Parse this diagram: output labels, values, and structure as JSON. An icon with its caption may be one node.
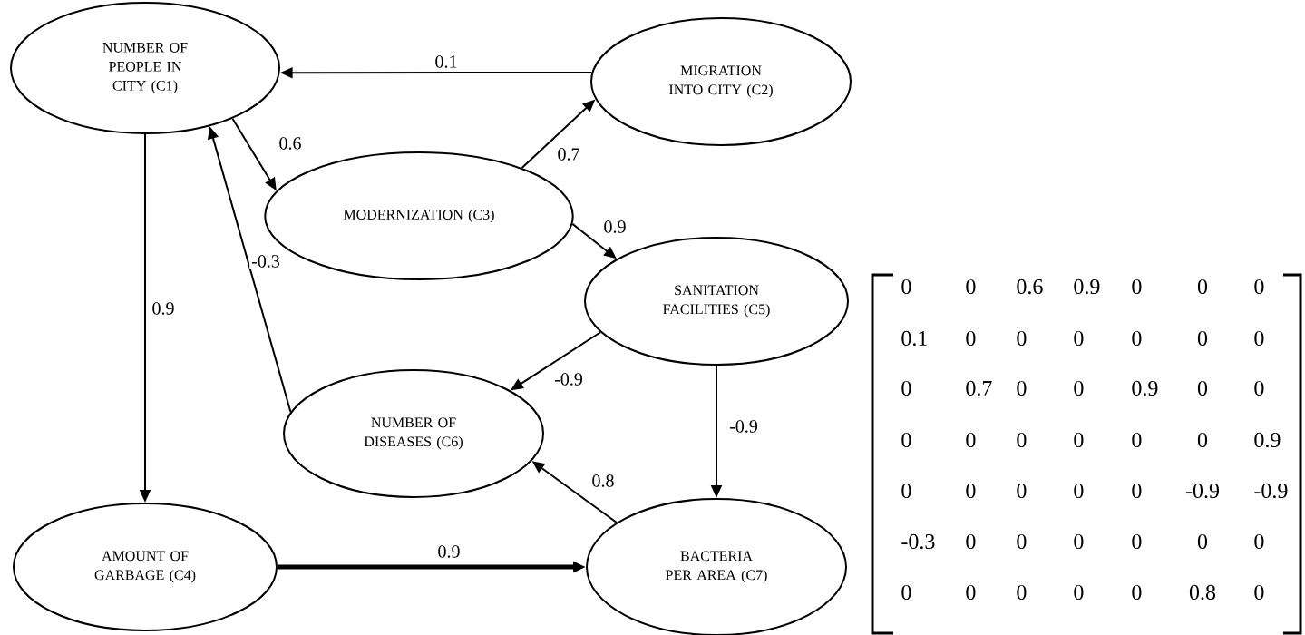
{
  "diagram": {
    "nodes": [
      {
        "text": [
          "NUMBER OF PEOPLE IN CITY (C1)"
        ]
      },
      {
        "text": [
          "MIGRATION INTO CITY (C2)"
        ]
      },
      {
        "text": [
          "MODERNIZATION (C3)"
        ]
      },
      {
        "text": [
          "AMOUNT OF GARBAGE (C4)"
        ]
      },
      {
        "text": [
          "SANITATION FACILITIES (C5)"
        ]
      },
      {
        "text": [
          "NUMBER OF DISEASES (C6)"
        ]
      },
      {
        "text": [
          "BACTERIA PER AREA (C7)"
        ]
      }
    ],
    "edges": [
      {
        "from": 1,
        "to": 0,
        "arrow": "to",
        "label": "0.1"
      },
      {
        "from": 0,
        "to": 2,
        "arrow": "to",
        "label": "0.6"
      },
      {
        "from": 2,
        "to": 1,
        "arrow": "to",
        "label": "0.7"
      },
      {
        "from": 2,
        "to": 4,
        "arrow": "to",
        "label": "0.9"
      },
      {
        "from": 0,
        "to": 3,
        "arrow": "to",
        "label": "0.9"
      },
      {
        "from": 5,
        "to": 0,
        "arrow": "to",
        "label": "-0.3"
      },
      {
        "from": 4,
        "to": 5,
        "arrow": "to",
        "label": "-0.9"
      },
      {
        "from": 4,
        "to": 6,
        "arrow": "to",
        "label": "-0.9"
      },
      {
        "from": 6,
        "to": 5,
        "arrow": "to",
        "label": "0.8"
      },
      {
        "from": 3,
        "to": 6,
        "arrow": "to",
        "label": "0.9",
        "style": "thick"
      }
    ],
    "labels": [
      "0",
      "0",
      "0.6",
      "0.9",
      "0",
      "0",
      "0",
      "0.1",
      "0",
      "0",
      "0",
      "0",
      "0",
      "0",
      "0",
      "0.7",
      "0",
      "0",
      "0.9",
      "0",
      "0",
      "0",
      "0",
      "0",
      "0",
      "0",
      "0",
      "0.9",
      "0",
      "0",
      "0",
      "0",
      "0",
      "-0.9",
      "-0.9",
      "-0.3",
      "0",
      "0",
      "0",
      "0",
      "0",
      "0",
      "0",
      "0",
      "0",
      "0",
      "0",
      "0.8",
      "0"
    ]
  }
}
